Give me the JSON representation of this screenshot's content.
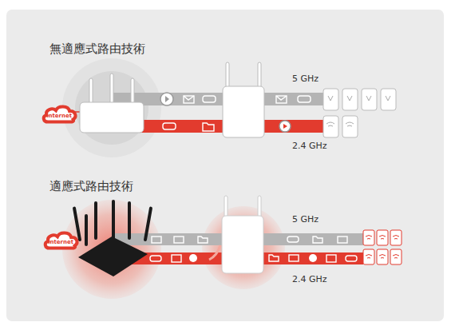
{
  "diagram": {
    "nodes": [
      {
        "text": [
          "Internet"
        ]
      },
      {
        "text": [
          "Internet"
        ]
      }
    ],
    "labels": [
      "無適應式路由技術",
      "5 GHz",
      "2.4 GHz",
      "適應式路由技術",
      "5 GHz",
      "2.4 GHz"
    ]
  }
}
